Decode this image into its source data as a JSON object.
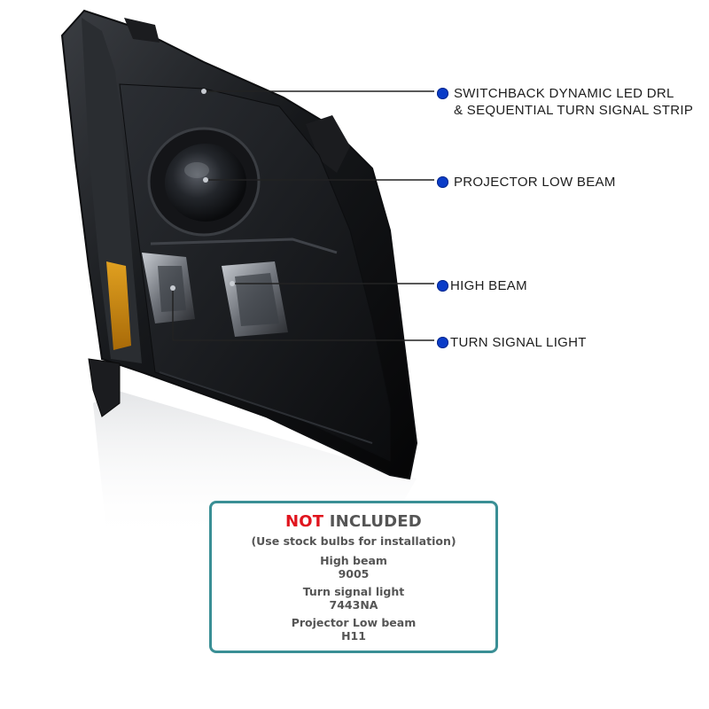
{
  "callouts": [
    {
      "id": "drl",
      "lines": [
        "SWITCHBACK DYNAMIC LED DRL",
        "& SEQUENTIAL TURN SIGNAL STRIP"
      ]
    },
    {
      "id": "low-beam",
      "lines": [
        "PROJECTOR LOW BEAM"
      ]
    },
    {
      "id": "high-beam",
      "lines": [
        "HIGH BEAM"
      ]
    },
    {
      "id": "turn-signal",
      "lines": [
        "TURN SIGNAL LIGHT"
      ]
    }
  ],
  "info_box": {
    "title_highlight": "NOT",
    "title_rest": " INCLUDED",
    "subtitle": "(Use stock bulbs for installation)",
    "specs": [
      {
        "name": "High beam",
        "code": "9005"
      },
      {
        "name": "Turn signal light",
        "code": "7443NA"
      },
      {
        "name": "Projector Low beam",
        "code": "H11"
      }
    ]
  },
  "colors": {
    "callout_dot": "#0a3cc8",
    "box_border": "#3a8f95",
    "not_red": "#e0141e",
    "text_gray": "#555555"
  }
}
